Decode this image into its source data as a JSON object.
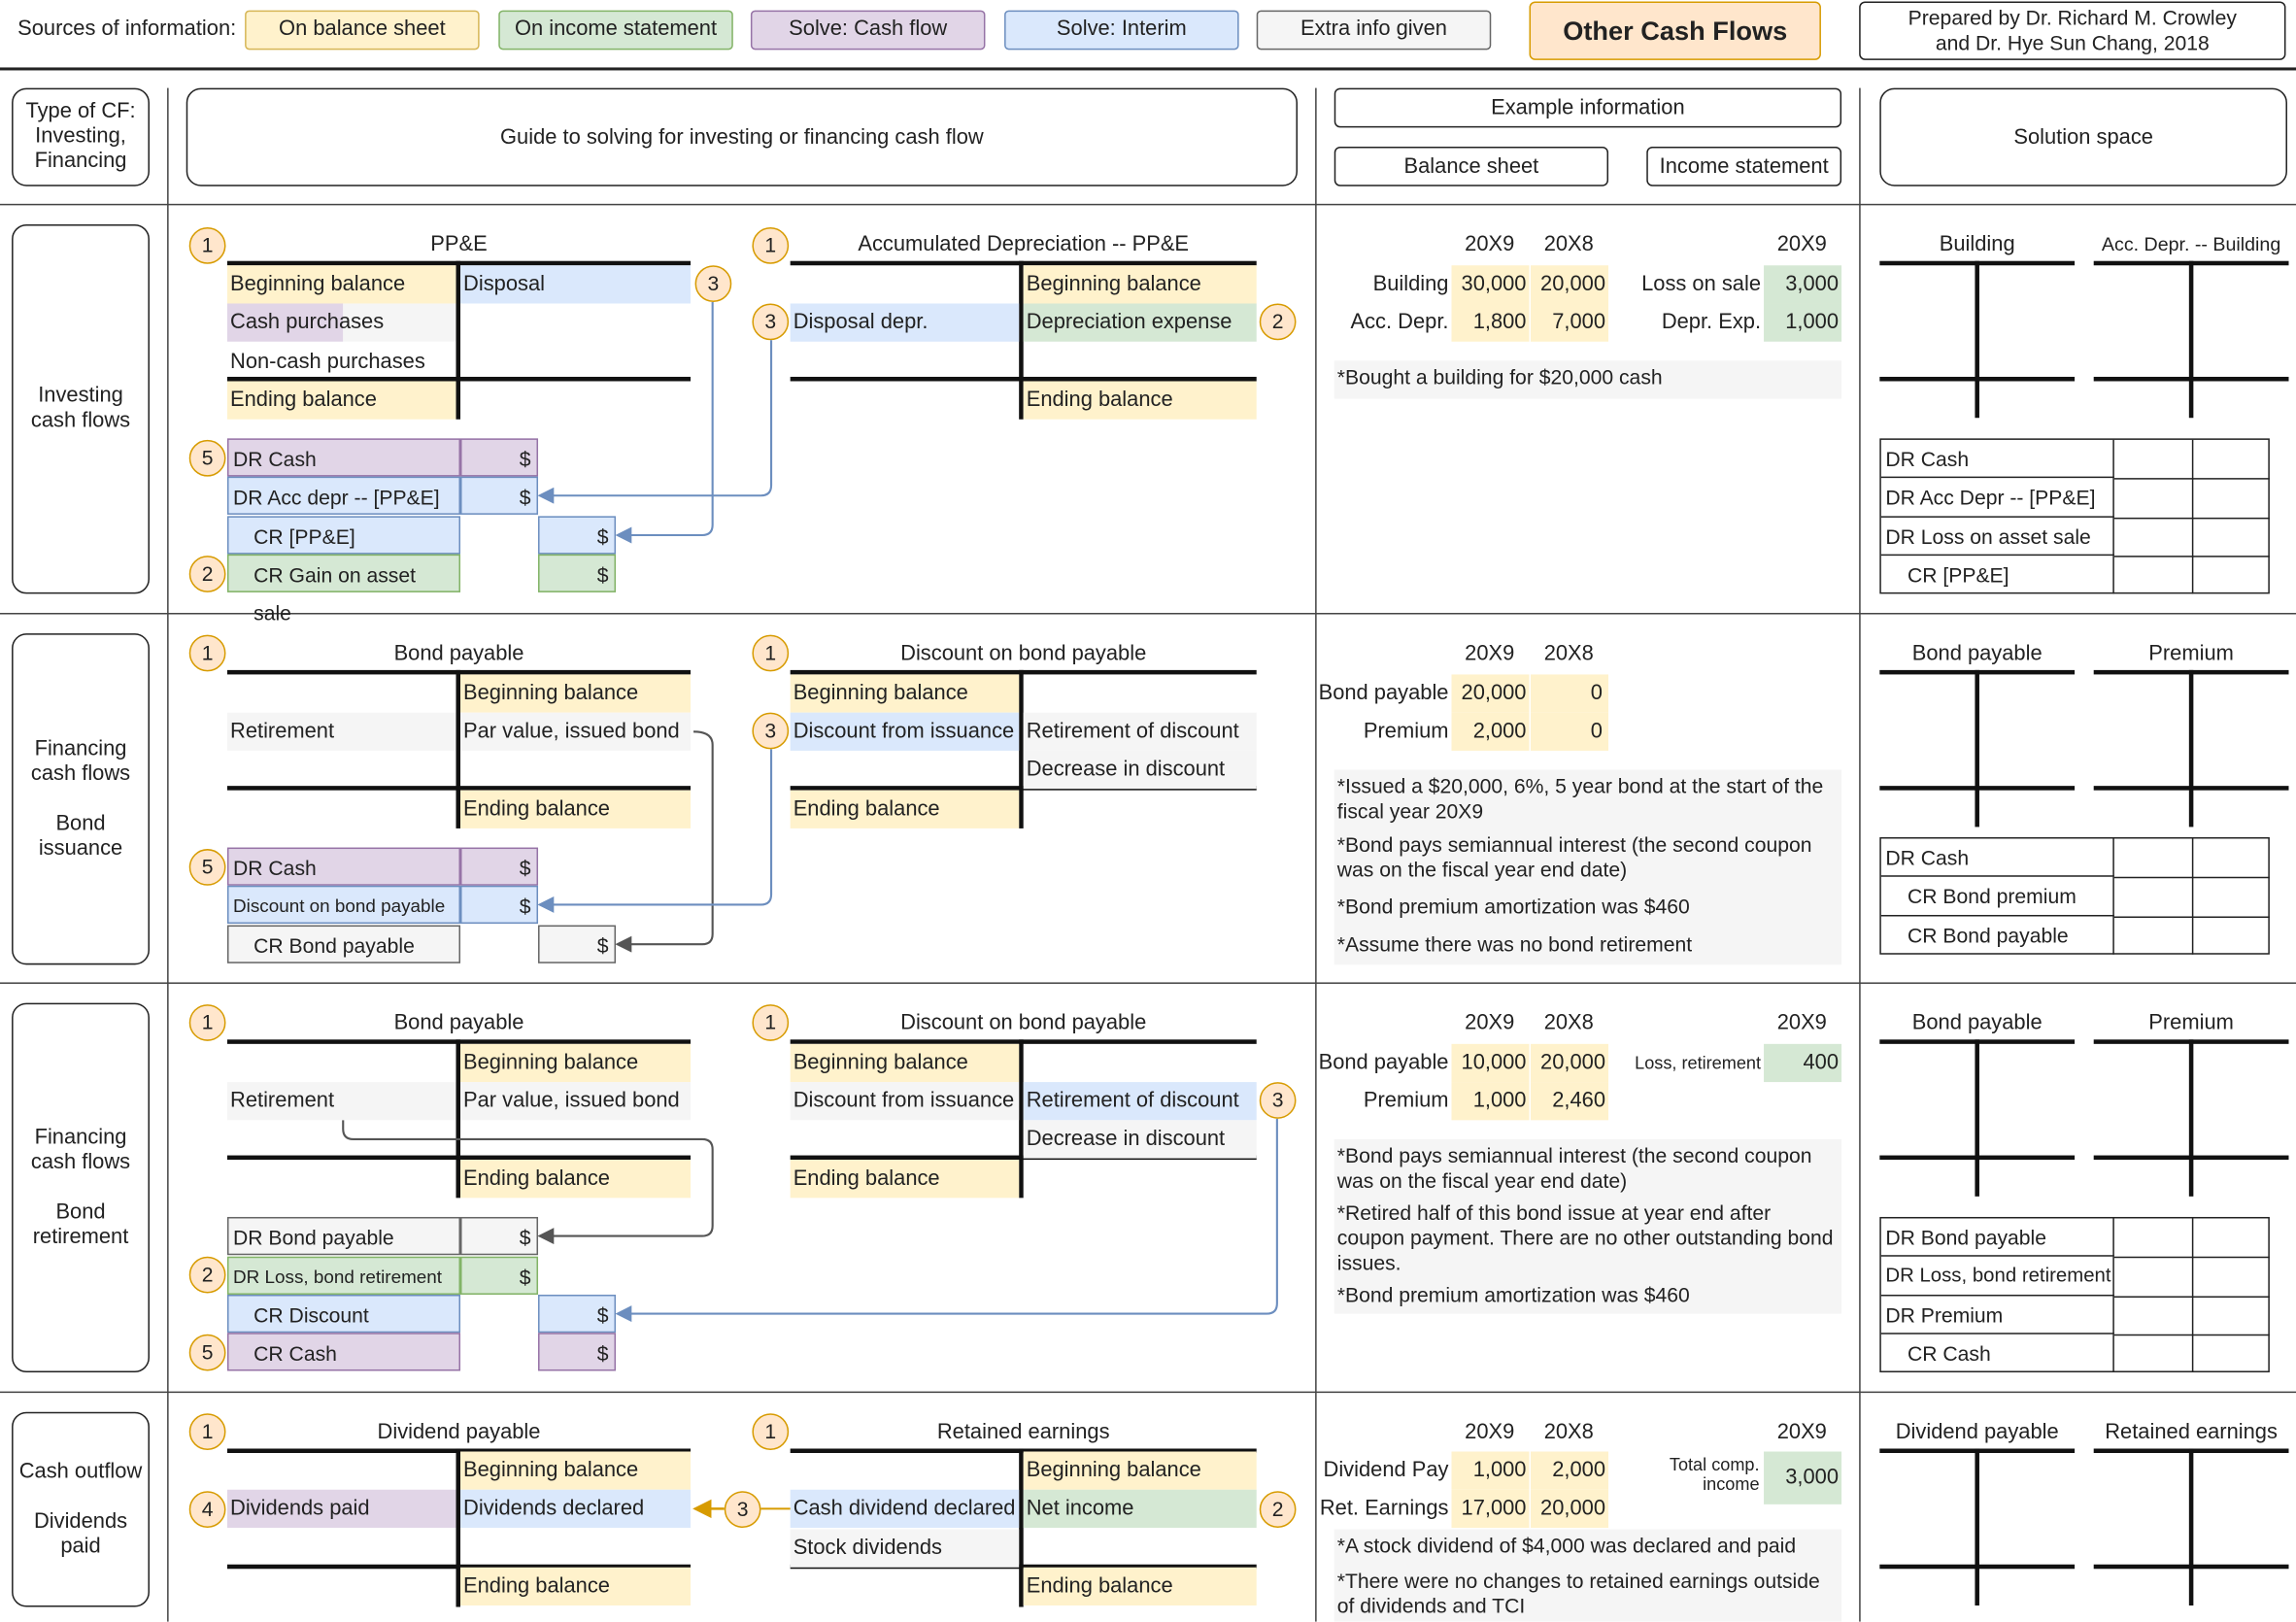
{
  "legend": {
    "sources_label": "Sources of information:",
    "items": [
      "On balance sheet",
      "On income statement",
      "Solve: Cash flow",
      "Solve: Interim",
      "Extra info given"
    ],
    "title": "Other Cash Flows",
    "credit": "Prepared by Dr. Richard M. Crowley and Dr. Hye Sun Chang, 2018",
    "colors": {
      "balance_sheet": "#fff2cc",
      "income_statement": "#d5e8d4",
      "cash_flow": "#e1d5e7",
      "interim": "#dae8fc",
      "extra": "#f5f5f5",
      "title": "#ffe6cc"
    }
  },
  "headers": {
    "type_of_cf": "Type of CF: Investing, Financing",
    "guide": "Guide to solving for investing or financing cash flow",
    "example": "Example information",
    "balance_sheet": "Balance sheet",
    "income_statement": "Income statement",
    "solution": "Solution space"
  },
  "row1": {
    "label": "Investing cash flows",
    "t1": {
      "title": "PP&E",
      "l1": "Beginning balance",
      "l2": "Cash purchases",
      "l3": "Non-cash purchases",
      "l4": "Ending balance",
      "r1": "Disposal"
    },
    "t2": {
      "title": "Accumulated Depreciation -- PP&E",
      "l2": "Disposal depr.",
      "r1": "Beginning balance",
      "r2": "Depreciation expense",
      "r4": "Ending balance"
    },
    "journal": [
      "DR Cash",
      "DR Acc depr -- [PP&E]",
      "CR [PP&E]",
      "CR Gain on asset sale"
    ],
    "example": {
      "years": [
        "20X9",
        "20X8"
      ],
      "is_year": "20X9",
      "rows": [
        {
          "label": "Building",
          "v1": "30,000",
          "v2": "20,000"
        },
        {
          "label": "Acc. Depr.",
          "v1": "1,800",
          "v2": "7,000"
        }
      ],
      "is_rows": [
        {
          "label": "Loss on sale",
          "v": "3,000"
        },
        {
          "label": "Depr. Exp.",
          "v": "1,000"
        }
      ],
      "notes": [
        "*Bought a building for $20,000 cash"
      ]
    },
    "solution": {
      "t1": "Building",
      "t2": "Acc. Depr. -- Building",
      "journal": [
        "DR Cash",
        "DR Acc Depr -- [PP&E]",
        "DR Loss on asset sale",
        "CR [PP&E]"
      ]
    }
  },
  "row2": {
    "label1": "Financing cash flows",
    "label2": "Bond issuance",
    "t1": {
      "title": "Bond payable",
      "r1": "Beginning balance",
      "l2": "Retirement",
      "r2": "Par value, issued bond",
      "r4": "Ending balance"
    },
    "t2": {
      "title": "Discount on bond payable",
      "l1": "Beginning balance",
      "l2": "Discount from issuance",
      "r2": "Retirement of discount",
      "r3": "Decrease in discount",
      "l4": "Ending balance"
    },
    "journal": [
      "DR Cash",
      "Discount on bond payable",
      "CR Bond payable"
    ],
    "example": {
      "years": [
        "20X9",
        "20X8"
      ],
      "rows": [
        {
          "label": "Bond payable",
          "v1": "20,000",
          "v2": "0"
        },
        {
          "label": "Premium",
          "v1": "2,000",
          "v2": "0"
        }
      ],
      "notes": [
        "*Issued a $20,000, 6%, 5 year bond at the start of the fiscal year 20X9",
        "*Bond pays semiannual interest (the second coupon was on the fiscal year end date)",
        "*Bond premium amortization was $460",
        "*Assume there was no bond retirement"
      ]
    },
    "solution": {
      "t1": "Bond payable",
      "t2": "Premium",
      "journal": [
        "DR Cash",
        "CR Bond premium",
        "CR Bond payable"
      ]
    }
  },
  "row3": {
    "label1": "Financing cash flows",
    "label2": "Bond retirement",
    "t1": {
      "title": "Bond payable",
      "r1": "Beginning balance",
      "l2": "Retirement",
      "r2": "Par value, issued bond",
      "r4": "Ending balance"
    },
    "t2": {
      "title": "Discount on bond payable",
      "l1": "Beginning balance",
      "l2": "Discount from issuance",
      "r2": "Retirement of discount",
      "r3": "Decrease in discount",
      "l4": "Ending balance"
    },
    "journal": [
      "DR Bond payable",
      "DR Loss, bond retirement",
      "CR Discount",
      "CR Cash"
    ],
    "example": {
      "years": [
        "20X9",
        "20X8"
      ],
      "is_year": "20X9",
      "rows": [
        {
          "label": "Bond payable",
          "v1": "10,000",
          "v2": "20,000"
        },
        {
          "label": "Premium",
          "v1": "1,000",
          "v2": "2,460"
        }
      ],
      "is_rows": [
        {
          "label": "Loss, retirement",
          "v": "400"
        }
      ],
      "notes": [
        "*Bond pays semiannual interest (the second coupon was on the fiscal year end date)",
        "*Retired half of this bond issue at year end after coupon payment.  There are no other outstanding bond issues.",
        "*Bond premium amortization was $460"
      ]
    },
    "solution": {
      "t1": "Bond payable",
      "t2": "Premium",
      "journal": [
        "DR Bond payable",
        "DR Loss, bond retirement",
        "DR Premium",
        "CR Cash"
      ]
    }
  },
  "row4": {
    "label1": "Cash outflow",
    "label2": "Dividends paid",
    "t1": {
      "title": "Dividend payable",
      "r1": "Beginning balance",
      "l2": "Dividends paid",
      "r2": "Dividends declared",
      "r4": "Ending balance"
    },
    "t2": {
      "title": "Retained earnings",
      "r1": "Beginning balance",
      "l2": "Cash dividend declared",
      "r2": "Net income",
      "l3": "Stock dividends",
      "r4": "Ending balance"
    },
    "example": {
      "years": [
        "20X9",
        "20X8"
      ],
      "is_year": "20X9",
      "rows": [
        {
          "label": "Dividend Pay",
          "v1": "1,000",
          "v2": "2,000"
        },
        {
          "label": "Ret. Earnings",
          "v1": "17,000",
          "v2": "20,000"
        }
      ],
      "is_rows": [
        {
          "label": "Total comp. income",
          "v": "3,000"
        }
      ],
      "notes": [
        "*A stock dividend of $4,000 was declared and paid",
        "*There were no changes to retained earnings outside of dividends and TCI"
      ]
    },
    "solution": {
      "t1": "Dividend payable",
      "t2": "Retained earnings"
    }
  },
  "dollar": "$"
}
